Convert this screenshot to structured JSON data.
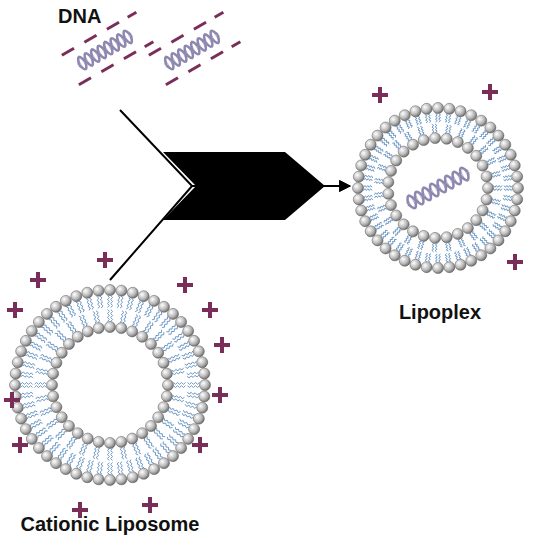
{
  "diagram": {
    "nodes": [
      {
        "text": [
          "DNA"
        ]
      },
      {
        "text": [
          "Cationic Liposome"
        ]
      },
      {
        "text": [
          "Lipoplex"
        ]
      }
    ],
    "edges": [
      {
        "from": 0,
        "to": 2,
        "arrow": "to"
      },
      {
        "from": 1,
        "to": 2,
        "arrow": "to"
      }
    ]
  }
}
